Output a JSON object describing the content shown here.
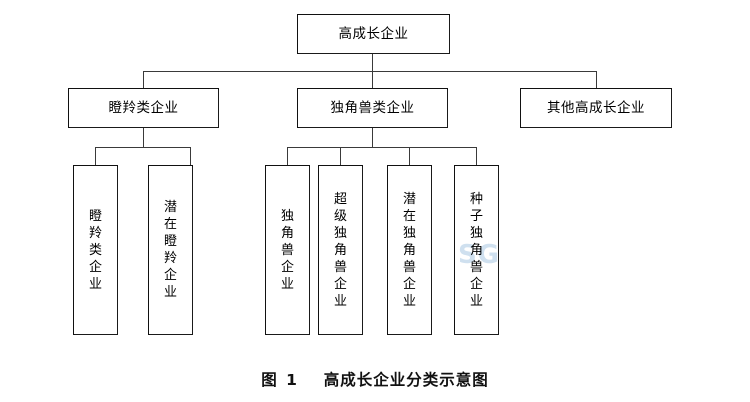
{
  "figure": {
    "caption_prefix": "图",
    "caption_number": "1",
    "caption_title": "高成长企业分类示意图"
  },
  "watermark": {
    "text": "SG"
  },
  "colors": {
    "background": "#ffffff",
    "box_border": "#111111",
    "connector": "#3a3a3a",
    "text": "#000000",
    "watermark": "#cfe0ef"
  },
  "tree": {
    "root": {
      "label": "高成长企业"
    },
    "level2": [
      {
        "label": "瞪羚类企业"
      },
      {
        "label": "独角兽类企业"
      },
      {
        "label": "其他高成长企业"
      }
    ],
    "level3_gazelle": [
      {
        "label": "瞪羚类企业"
      },
      {
        "label": "潜在瞪羚企业"
      }
    ],
    "level3_unicorn": [
      {
        "label": "独角兽企业"
      },
      {
        "label": "超级独角兽企业"
      },
      {
        "label": "潜在独角兽企业"
      },
      {
        "label": "种子独角兽企业"
      }
    ]
  }
}
